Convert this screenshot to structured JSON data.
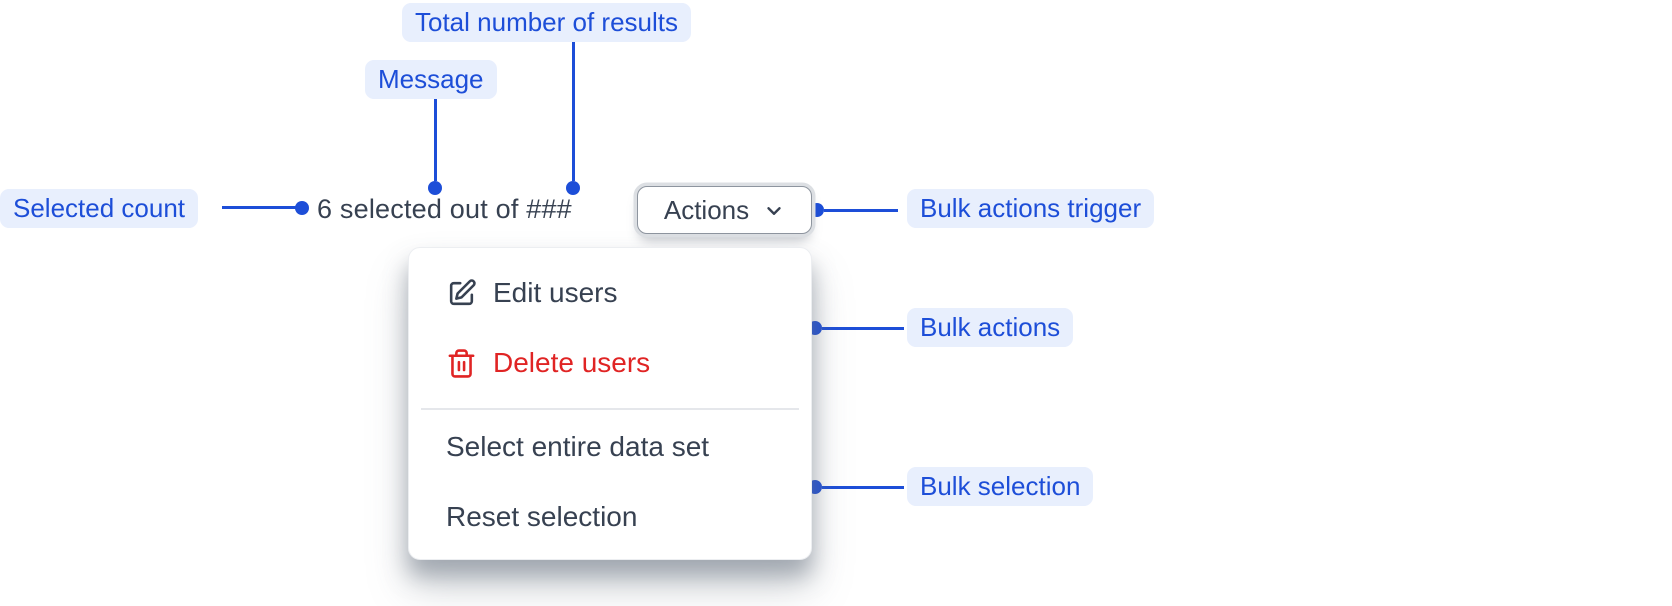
{
  "colors": {
    "accent_blue": "#1d4ed8",
    "chip_bg": "#e8effd",
    "text_primary": "#374151",
    "danger_red": "#e02424",
    "divider_gray": "#e5e7eb",
    "button_border": "#8e959f"
  },
  "annotations": {
    "total_results": "Total number of results",
    "message": "Message",
    "selected_count": "Selected count",
    "bulk_actions_trigger": "Bulk actions trigger",
    "bulk_actions": "Bulk actions",
    "bulk_selection": "Bulk selection"
  },
  "component": {
    "message_text": "6 selected out of ###",
    "trigger_label": "Actions",
    "menu": {
      "action_items": [
        {
          "label": "Edit users",
          "icon": "edit-icon",
          "variant": "default"
        },
        {
          "label": "Delete users",
          "icon": "trash-icon",
          "variant": "danger"
        }
      ],
      "selection_items": [
        {
          "label": "Select entire data set"
        },
        {
          "label": "Reset selection"
        }
      ]
    }
  }
}
